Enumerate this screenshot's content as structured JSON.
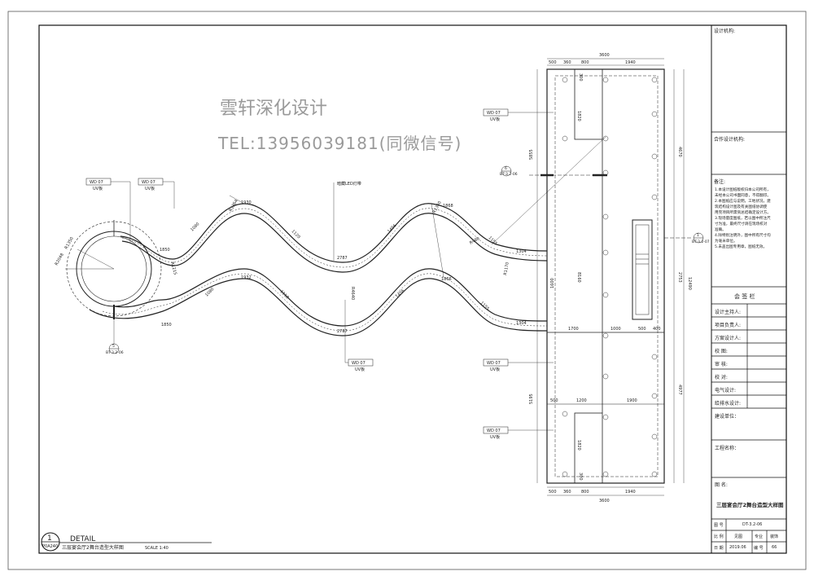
{
  "watermark": {
    "line1": "雲轩深化设计",
    "line2": "TEL:13956039181(同微信号)"
  },
  "detail": {
    "number": "1",
    "sheet_ref": "P0A240",
    "title": "DETAIL",
    "subtitle": "三层宴会厅2舞台造型大样图",
    "scale": "SCALE 1:40"
  },
  "tags": {
    "material_code": "WD 07",
    "material_name": "UV板",
    "led_note": "暗藏LED灯带"
  },
  "section_marks": [
    {
      "num": "6",
      "ref": "BT-3.2-06"
    },
    {
      "num": "5",
      "ref": "BT-3.2-06"
    },
    {
      "num": "1",
      "ref": "BT-3.2-07"
    }
  ],
  "dimensions": {
    "top_total": "3600",
    "top_a": "500",
    "top_b": "360",
    "top_c": "800",
    "top_d": "1940",
    "bottom_total": "3600",
    "bottom_a": "500",
    "bottom_b": "360",
    "bottom_c": "800",
    "bottom_d": "1940",
    "right_overall": "12490",
    "right_top": "4670",
    "right_mid": "2753",
    "right_bottom": "4977",
    "left_upper": "5855",
    "left_lower": "5195",
    "v_1820_top": "1820",
    "v_1600": "1600",
    "v_8160": "8160",
    "v_1820_bottom": "1820",
    "v_300_top": "300",
    "v_300_bottom": "300",
    "mid_a": "1700",
    "mid_b": "1000",
    "mid_c": "500",
    "mid_d": "400",
    "low_a": "500",
    "low_b": "1200",
    "low_c": "1900",
    "c1850_top": "1850",
    "c1850_bottom": "1850",
    "c1930": "1930",
    "c1932": "1932",
    "c1120": "1120",
    "c1118": "1118",
    "c1080_top": "1080",
    "c1080_bottom": "1080",
    "c2787_top": "2787",
    "c2787_bottom": "2787",
    "c1456_top": "1456",
    "c1456_bottom": "1456",
    "c1868": "1868",
    "c1866": "1866",
    "c1155_top": "1155",
    "c1155_bottom": "1155",
    "c1304_top": "1304",
    "c1304_bottom": "1304",
    "r1350": "R1350",
    "r2048": "R2048",
    "r1215": "R1215",
    "r1364": "R1364",
    "r1300": "R1300",
    "r480": "R480",
    "r1170": "R1170",
    "r4640": "R4640"
  },
  "title_block": {
    "design_org": "设计机构:",
    "partner_org": "合作设计机构:",
    "notes_title": "备注:",
    "notes": [
      "1.本设计图纸版权归本公司所有，",
      "   未经本公司书面同意，不得翻印。",
      "2.本图纸应与说明，工地状况，建",
      "   筑结构设计图及有关图纸协调使",
      "   用完项目所需资总结确定设计方。",
      "3.现场量度图纸，若以图中所注尺",
      "   寸为准，最终尺寸请在现场校对",
      "   准确。",
      "4.除特别注明外，图中所有尺寸均",
      "   为毫米单位。",
      "5.未盖出图专用章，图纸无效。"
    ],
    "sign_title": "会 签 栏",
    "sign_rows": [
      "设计主持人:",
      "项目负责人:",
      "方案设计人:",
      "校    图:",
      "审    核:",
      "校    对:",
      "电气设计:",
      "给排水设计:"
    ],
    "unit_label": "建设单位：",
    "project_label": "工程名称：",
    "drawing_name_label": "图    名:",
    "drawing_name": "三层宴会厅2舞台造型大样图",
    "sheet_no_label": "图 号",
    "sheet_no": "DT-3.2-06",
    "scale_label": "比 例",
    "scale_value": "见图",
    "discipline_label": "专业",
    "discipline_value": "装饰",
    "date_label": "日 期",
    "date_value": "2019.06",
    "num_label": "编 号",
    "num_value": "66"
  }
}
